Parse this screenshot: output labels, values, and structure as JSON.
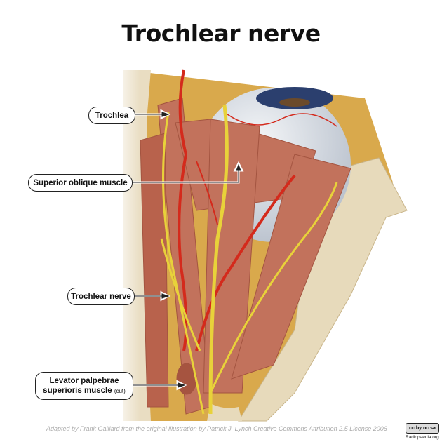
{
  "title": "Trochlear nerve",
  "labels": {
    "trochlea": "Trochlea",
    "superior_oblique": "Superior oblique muscle",
    "trochlear_nerve": "Trochlear nerve",
    "levator_line1": "Levator palpebrae",
    "levator_line2": "superioris muscle",
    "levator_cut": "(cut)"
  },
  "credit": "Adapted by Frank Gaillard from the original illustration by Patrick J. Lynch Creative Commons Attribution 2.5 License 2006",
  "license_badge": "cc by nc sa",
  "site": "Radiopaedia.org",
  "colors": {
    "nerve": "#e8d23a",
    "artery": "#d0281c",
    "muscle": "#c0705a",
    "bone": "#e8dcc0",
    "fat": "#d8a84a"
  }
}
